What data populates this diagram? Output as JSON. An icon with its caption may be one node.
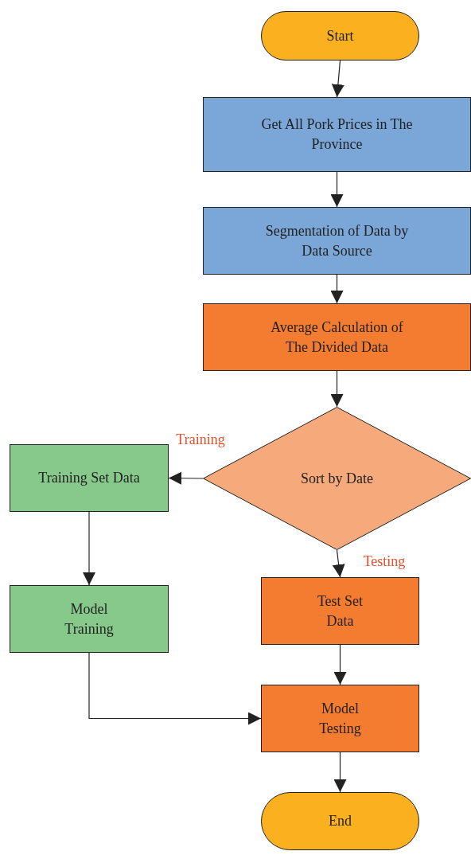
{
  "diagram": {
    "nodes": [
      {
        "text": [
          "Start"
        ]
      },
      {
        "text": [
          "Get All Pork Prices in The Province"
        ]
      },
      {
        "text": [
          "Segmentation of Data by Data Source"
        ]
      },
      {
        "text": [
          "Average Calculation of The Divided Data"
        ]
      },
      {
        "text": [
          "Sort by Date"
        ]
      },
      {
        "text": [
          "Training Set Data"
        ]
      },
      {
        "text": [
          "Model Training"
        ]
      },
      {
        "text": [
          "Test Set Data"
        ]
      },
      {
        "text": [
          "Model Testing"
        ]
      },
      {
        "text": [
          "End"
        ]
      }
    ],
    "edges": [
      {
        "from": 0,
        "to": 1,
        "arrow": "to"
      },
      {
        "from": 1,
        "to": 2,
        "arrow": "to"
      },
      {
        "from": 2,
        "to": 3,
        "arrow": "to"
      },
      {
        "from": 3,
        "to": 4,
        "arrow": "to"
      },
      {
        "from": 4,
        "to": 5,
        "arrow": "to",
        "label": "Training"
      },
      {
        "from": 4,
        "to": 7,
        "arrow": "to",
        "label": "Testing"
      },
      {
        "from": 5,
        "to": 6,
        "arrow": "to"
      },
      {
        "from": 6,
        "to": 8,
        "arrow": "to"
      },
      {
        "from": 7,
        "to": 8,
        "arrow": "to"
      },
      {
        "from": 8,
        "to": 9,
        "arrow": "to"
      }
    ]
  }
}
